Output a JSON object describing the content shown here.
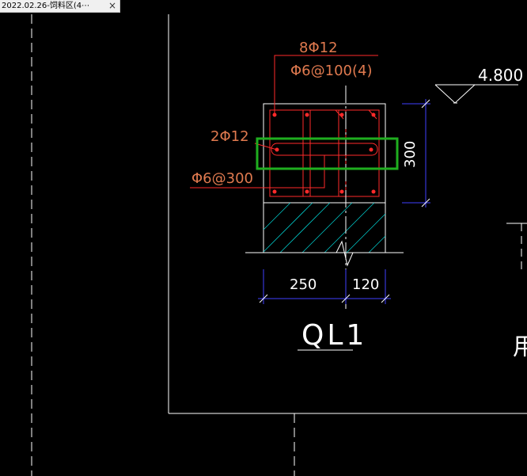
{
  "tab": {
    "title": "2022.02.26-饲料区(4⋯",
    "close_symbol": "×"
  },
  "drawing": {
    "top_bars": "8Φ12",
    "stirrups": "Φ6@100(4)",
    "waist_bars": "2Φ12",
    "tie_bars": "Φ6@300",
    "elevation": "4.800",
    "height_dim": "300",
    "width_dim_left": "250",
    "width_dim_right": "120",
    "beam_label": "QL1",
    "partial_char": "用"
  },
  "colors": {
    "background": "#000000",
    "frame_line": "#ffffff",
    "rebar_red": "#ff2a2a",
    "dim_blue": "#4040ff",
    "hatch_cyan": "#00c8c8",
    "highlight_green": "#1fae1f",
    "label_orange": "#e07a4f"
  }
}
